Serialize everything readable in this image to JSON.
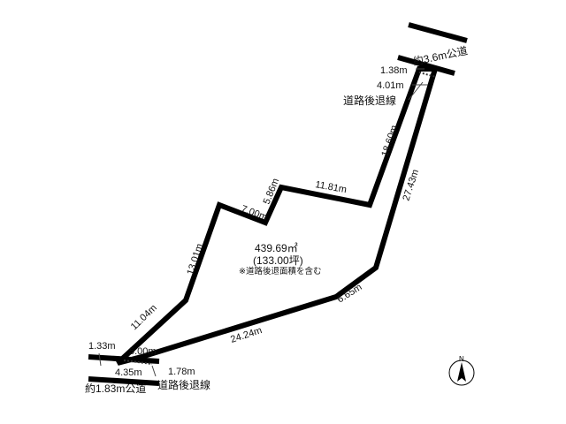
{
  "roads": {
    "north_road": "約3.6m公道",
    "south_road": "約1.83m公道"
  },
  "setbacks": {
    "north_label": "道路後退線",
    "south_label": "道路後退線"
  },
  "area": {
    "sqm": "439.69㎡",
    "tsubo": "(133.00坪)",
    "note": "※道路後退面積を含む"
  },
  "dimensions": {
    "ne_top": "1.38m",
    "ne_side": "4.01m",
    "north_diag": "18.60m",
    "ne_long": "27.43m",
    "mid_top": "11.81m",
    "step_a": "5.86m",
    "step_b": "7.00m",
    "west_long": "13.01m",
    "sw_diag": "11.04m",
    "south_long": "24.24m",
    "se_short": "6.65m",
    "sw_a": "1.33m",
    "sw_b": "5.00m",
    "sw_c": "4.35m",
    "sw_d": "1.78m"
  },
  "compass": {
    "label": "N"
  }
}
